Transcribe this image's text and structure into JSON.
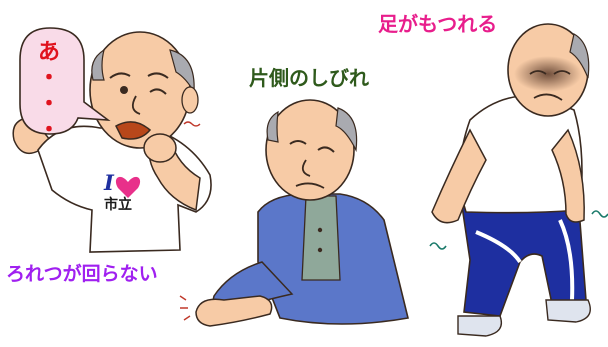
{
  "labels": {
    "slurred_speech": "ろれつが回らない",
    "one_side_numbness": "片側のしびれ",
    "legs_tangle": "足がもつれる"
  },
  "speech_bubble": {
    "text_line1": "あ",
    "text_line2": "・",
    "text_line3": "・",
    "text_line4": "・"
  },
  "shirt": {
    "letter": "I",
    "text": "市立"
  },
  "colors": {
    "label_purple": "#a020f0",
    "label_green": "#2f5a1c",
    "label_magenta": "#e81e8c",
    "bubble_fill": "#f9dbe8",
    "bubble_text": "#e0131e",
    "skin": "#f7cba6",
    "jacket_blue": "#5b77c9",
    "shirt_green": "#8fa89a",
    "pants_blue": "#1e2fa0",
    "heart_pink": "#e8308a"
  },
  "icons": [
    "speech-bubble-icon",
    "heart-icon",
    "tremor-lines-icon",
    "dizzy-shade-icon"
  ]
}
